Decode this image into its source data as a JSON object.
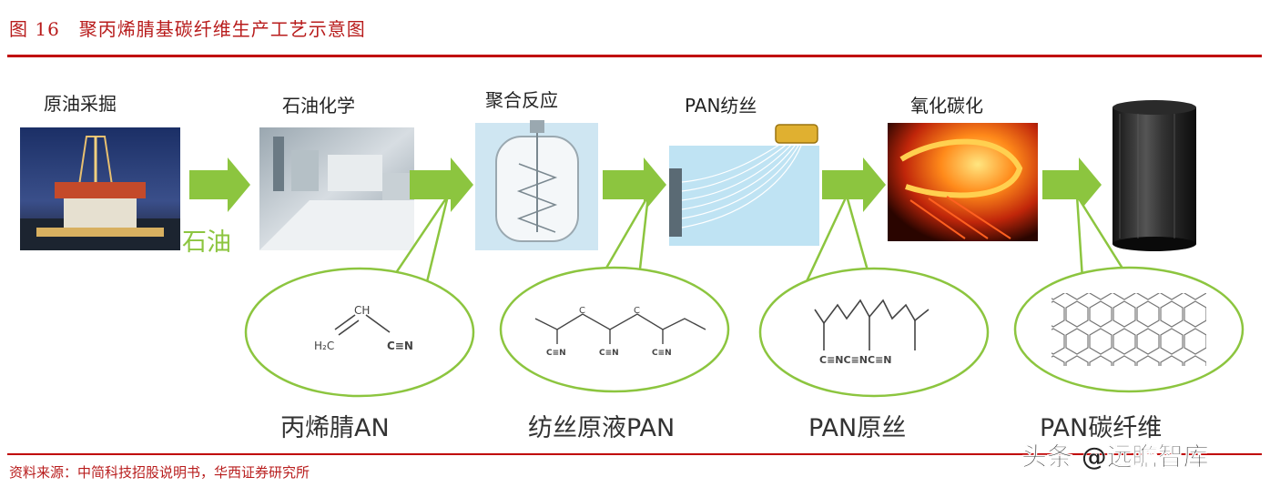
{
  "figure": {
    "title": "图 16　聚丙烯腈基碳纤维生产工艺示意图",
    "source": "资料来源：中简科技招股说明书，华西证券研究所",
    "watermark": "头条 @远瞻智库"
  },
  "colors": {
    "accent_red": "#c00000",
    "arrow_green": "#8cc53f",
    "ellipse_green": "#8cc53f"
  },
  "steps": [
    {
      "label": "原油采掘",
      "image": "oil-rig-image"
    },
    {
      "label": "石油化学",
      "image": "petrochemical-plant-image"
    },
    {
      "label": "聚合反应",
      "image": "reactor-image"
    },
    {
      "label": "PAN纺丝",
      "image": "spinning-image"
    },
    {
      "label": "氧化碳化",
      "image": "furnace-image"
    },
    {
      "label": "",
      "image": "carbon-fiber-spool-image"
    }
  ],
  "arrow_label": "石油",
  "molecules": [
    {
      "name": "丙烯腈AN",
      "atoms": [
        "CH",
        "H₂C",
        "C≡N"
      ]
    },
    {
      "name": "纺丝原液PAN",
      "atoms": [
        "C",
        "C",
        "C≡N",
        "C≡N",
        "C≡N"
      ]
    },
    {
      "name": "PAN原丝",
      "atoms": [
        "C≡NC≡NC≡N"
      ]
    },
    {
      "name": "PAN碳纤维",
      "atoms": []
    }
  ]
}
